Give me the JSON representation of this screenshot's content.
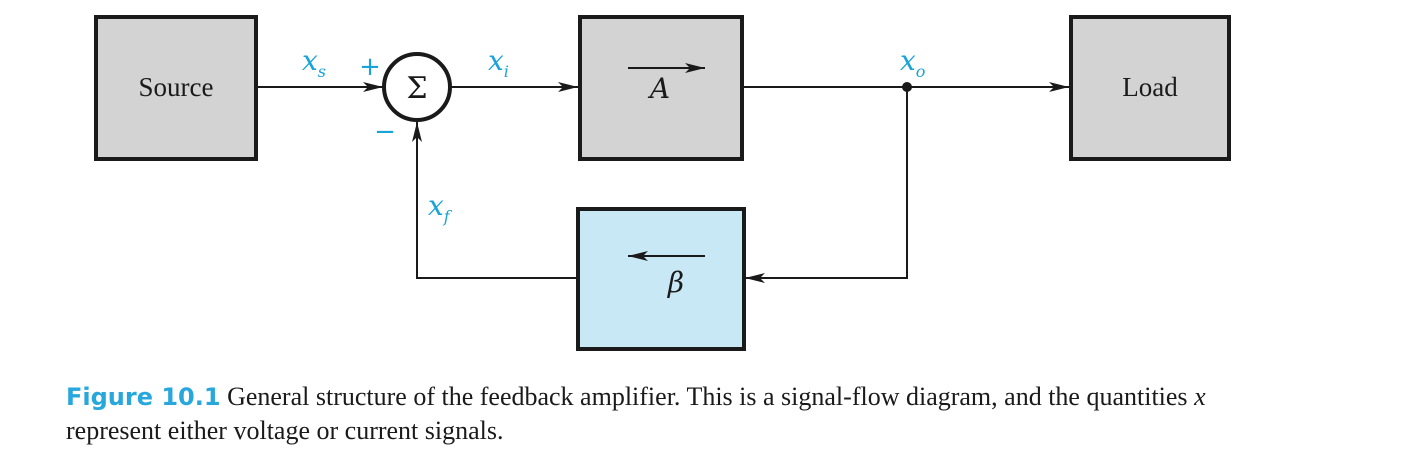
{
  "blocks": {
    "source": "Source",
    "load": "Load",
    "amplifier_symbol": "A",
    "feedback_symbol": "β",
    "summer_symbol": "Σ"
  },
  "signals": {
    "xs": {
      "base": "x",
      "sub": "s"
    },
    "xi": {
      "base": "x",
      "sub": "i"
    },
    "xo": {
      "base": "x",
      "sub": "o"
    },
    "xf": {
      "base": "x",
      "sub": "f"
    },
    "plus": "+",
    "minus": "−"
  },
  "caption": {
    "figure_number": "Figure 10.1",
    "text": " General structure of the feedback amplifier. This is a signal-flow diagram, and the quantities ",
    "variable": "x",
    "line2": "represent either voltage or current signals."
  },
  "colors": {
    "block_gray": "#d3d3d3",
    "block_blue": "#c9e8f6",
    "accent": "#1aa3d9"
  }
}
